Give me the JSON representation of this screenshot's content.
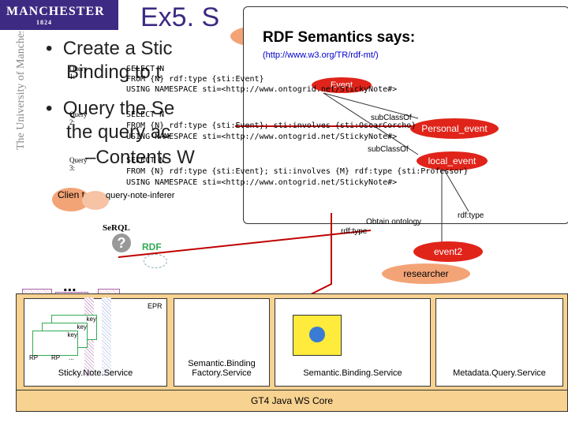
{
  "header": {
    "logo_line1": "MANCHESTER",
    "logo_line2": "1824",
    "side_text": "The University of Manchester",
    "title": "Ex5. S",
    "title_badge_label": ""
  },
  "bullets": {
    "b1_line1": "Create a Stic",
    "b1_line2": "Binding to t",
    "b2_line1": "Query the Se",
    "b2_line2": "the query ac",
    "b3": "Contents W"
  },
  "overlay": {
    "title": "RDF Semantics says:",
    "url": "(http://www.w3.org/TR/rdf-mt/)"
  },
  "queries": [
    {
      "label": "Query 1:",
      "lines": [
        "SELECT N",
        "FROM {N} rdf:type {sti:Event}",
        "USING NAMESPACE sti=<http://www.ontogrid.net/StickyNote#>"
      ]
    },
    {
      "label": "Query 2:",
      "lines": [
        "SELECT N",
        "FROM {N} rdf:type {sti:Event}; sti:involves {sti:OscarCorcho}",
        "USING NAMESPACE sti=<http://www.ontogrid.net/StickyNote#>"
      ]
    },
    {
      "label": "Query 3:",
      "lines": [
        "SELECT N",
        "FROM {N} rdf:type {sti:Event}; sti:involves {M} rdf:type {sti:Professor}",
        "USING NAMESPACE sti=<http://www.ontogrid.net/StickyNote#>"
      ]
    }
  ],
  "ontology": {
    "event_node": "Event",
    "personal_event": "Personal_event",
    "local_event": "local_event",
    "subclass1": "subClassOf",
    "subclass2": "subClassOf",
    "rdf_type_1": "rdf:type",
    "rdf_type_2": "rdf:type",
    "obtain": "Obtain ontology",
    "event2": "event2",
    "researcher": "researcher"
  },
  "architecture": {
    "client": "Clien t",
    "query_note": "query-note-inferer",
    "serql": "SeRQL",
    "rdf": "RDF",
    "dots": "...",
    "epr": "EPR",
    "key_labels": [
      "key",
      "key",
      "key"
    ],
    "rp_labels": [
      "RP",
      "RP",
      "..."
    ],
    "services": [
      "Sticky.Note.Service",
      "Semantic.Binding Factory.Service",
      "Semantic.Binding.Service",
      "Metadata.Query.Service"
    ],
    "container": "GT4 Java WS Core"
  },
  "colors": {
    "brand": "#3d2a82",
    "red": "#e0241a",
    "orange": "#f3a477",
    "service_fill": "#f7d290"
  }
}
